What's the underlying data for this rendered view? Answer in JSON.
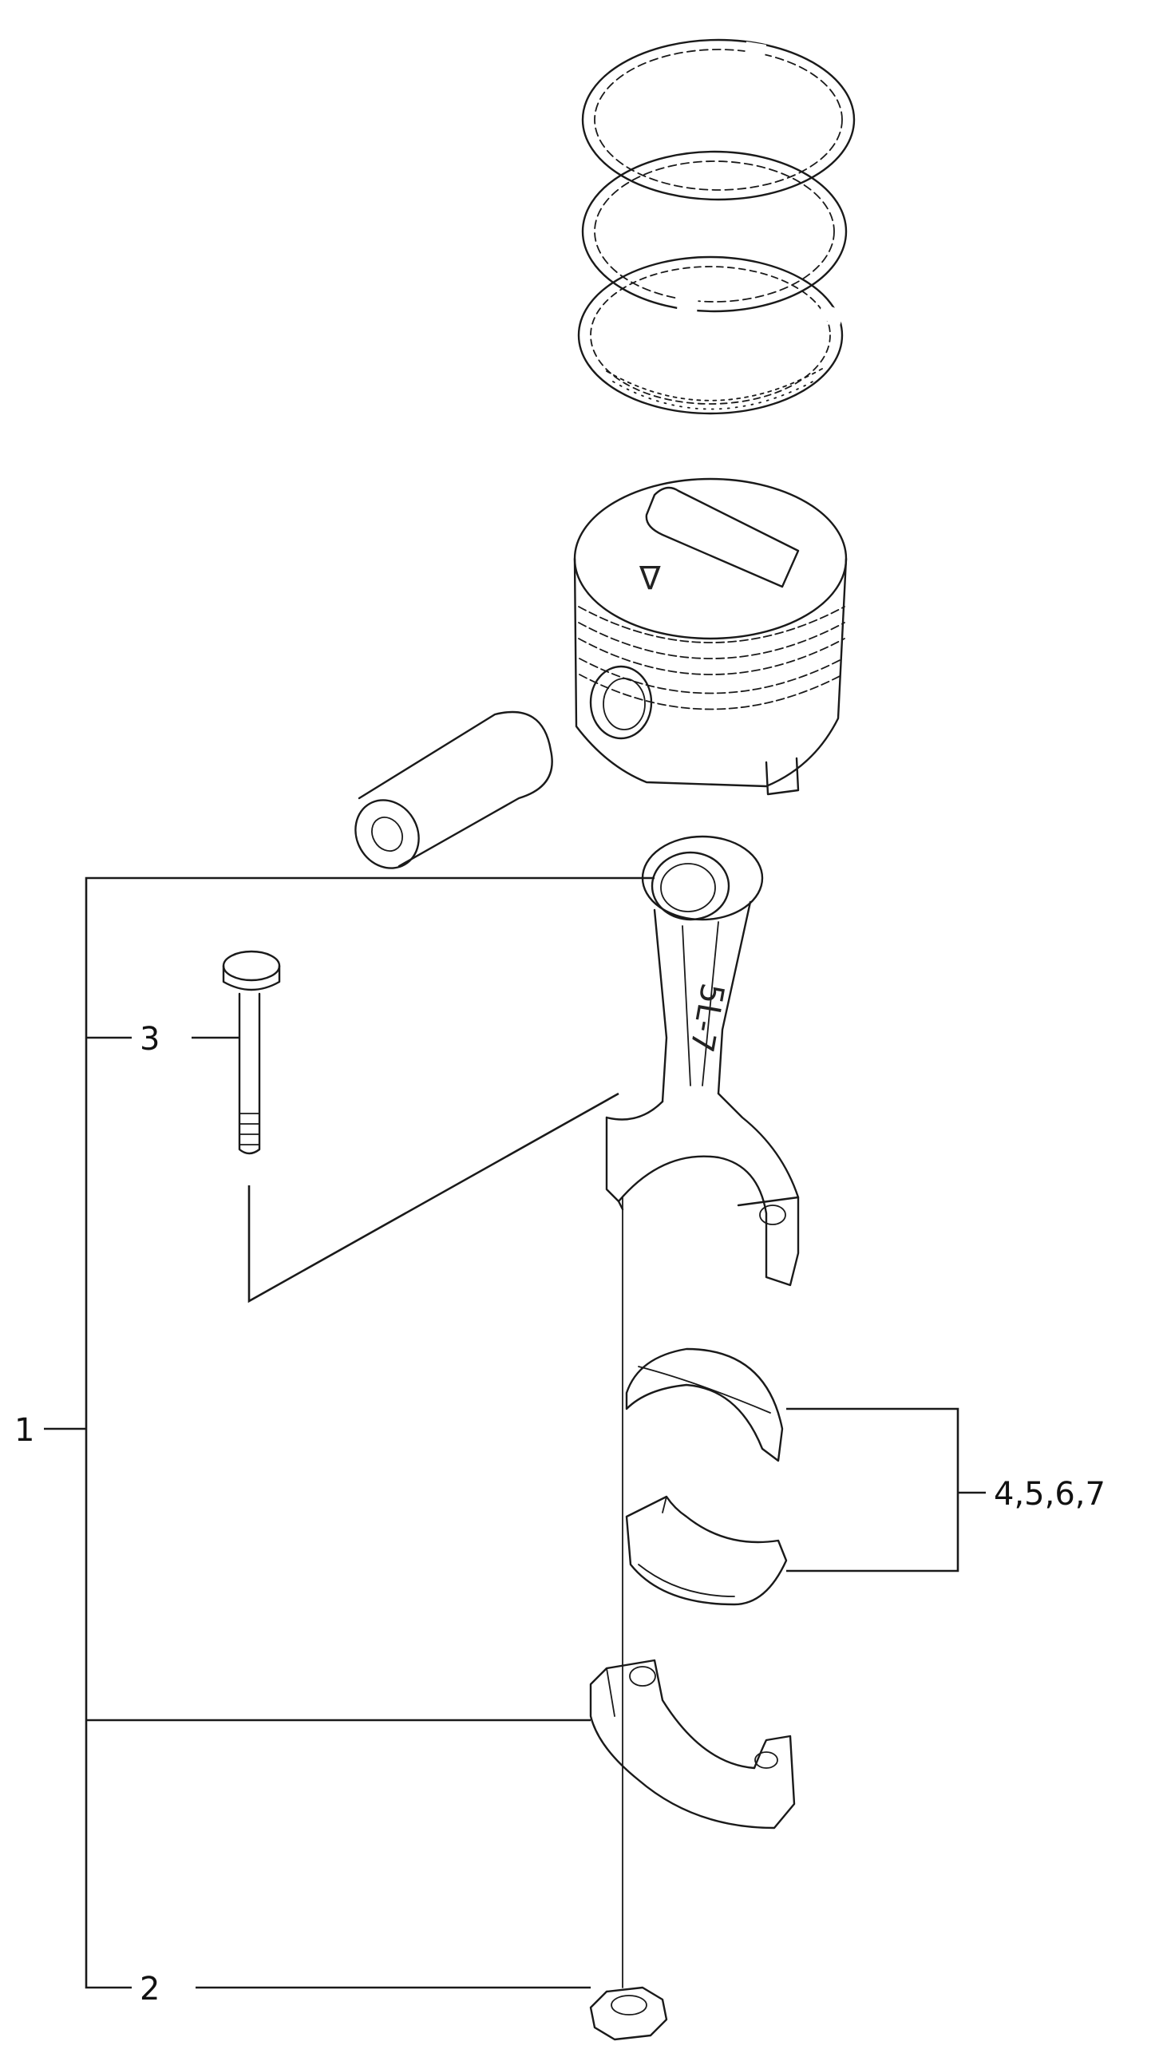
{
  "callouts": {
    "item1": "1",
    "item2": "2",
    "item3": "3",
    "items_4_7": "4,5,6,7"
  },
  "markings": {
    "rod_code": "5L-7",
    "piston_arrow": "Δ"
  },
  "colors": {
    "line": "#1a1a1a",
    "background": "#ffffff"
  }
}
